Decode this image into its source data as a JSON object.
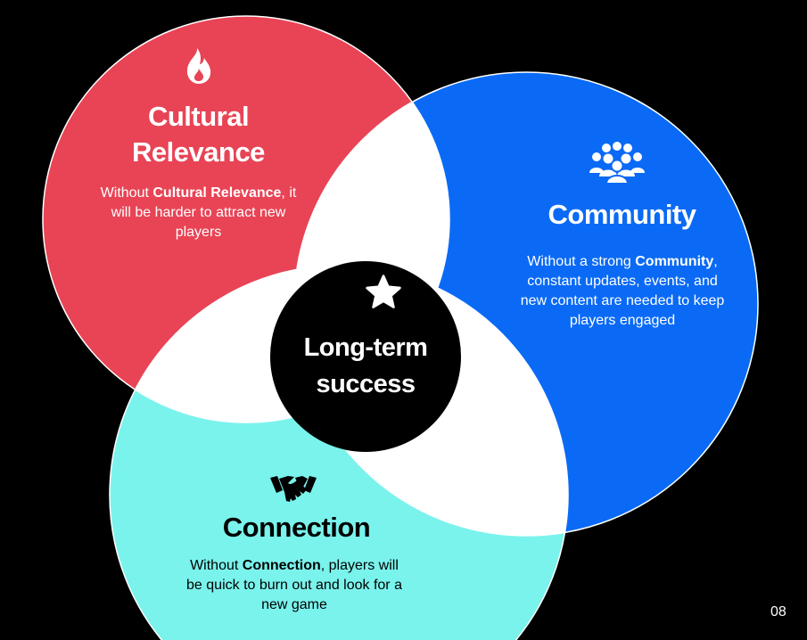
{
  "colors": {
    "background": "#000000",
    "cultural": "#E84455",
    "community": "#0A6AF5",
    "connection": "#7AF3EC",
    "overlap": "#FFFFFF",
    "center": "#000000"
  },
  "cultural": {
    "icon": "fire-icon",
    "title_line1": "Cultural",
    "title_line2": "Relevance",
    "desc_prefix": "Without ",
    "desc_bold": "Cultural Relevance",
    "desc_suffix": ", it will be harder to attract new players"
  },
  "community": {
    "icon": "users-group-icon",
    "title": "Community",
    "desc_prefix": "Without a strong ",
    "desc_bold": "Community",
    "desc_suffix": ", constant updates, events, and new content are needed to keep players engaged"
  },
  "connection": {
    "icon": "handshake-icon",
    "title": "Connection",
    "desc_prefix": "Without ",
    "desc_bold": "Connection",
    "desc_suffix": ", players will be quick to burn out and look for a new game"
  },
  "center": {
    "icon": "star-icon",
    "line1": "Long-term",
    "line2": "success"
  },
  "page_number": "08"
}
